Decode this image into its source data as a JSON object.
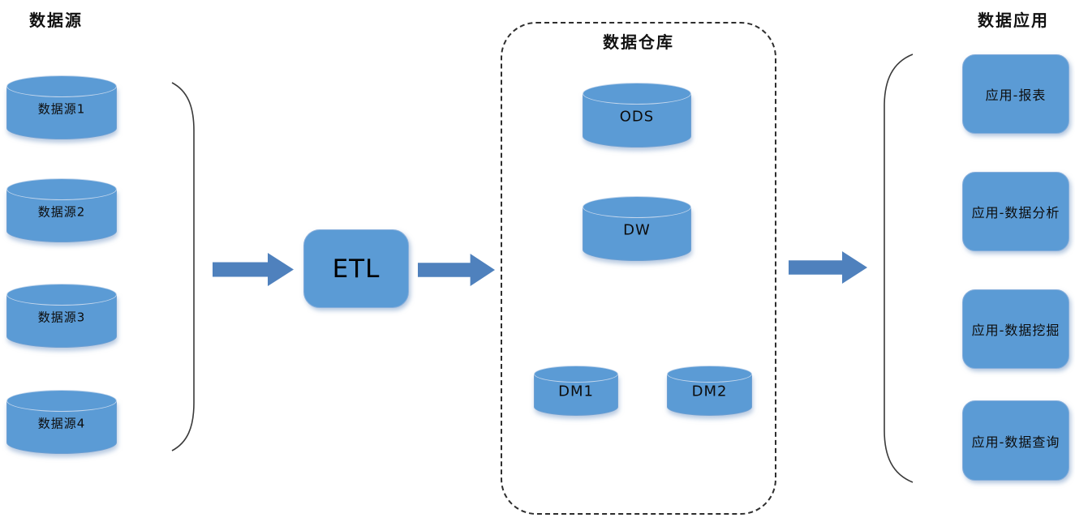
{
  "diagram": {
    "sources_section": {
      "title": "数据源",
      "items": [
        {
          "label": "数据源1"
        },
        {
          "label": "数据源2"
        },
        {
          "label": "数据源3"
        },
        {
          "label": "数据源4"
        }
      ]
    },
    "etl": {
      "label": "ETL"
    },
    "warehouse_section": {
      "title": "数据仓库",
      "layers": [
        {
          "label": "ODS"
        },
        {
          "label": "DW"
        }
      ],
      "marts": [
        {
          "label": "DM1"
        },
        {
          "label": "DM2"
        }
      ]
    },
    "applications_section": {
      "title": "数据应用",
      "items": [
        {
          "label": "应用-报表"
        },
        {
          "label": "应用-数据分析"
        },
        {
          "label": "应用-数据挖掘"
        },
        {
          "label": "应用-数据查询"
        }
      ]
    },
    "colors": {
      "shape_fill": "#5b9bd5",
      "arrow_fill": "#4f81bd",
      "dashed_outline": "#2e2e2e",
      "bracket_stroke": "#3a3a3a"
    }
  }
}
